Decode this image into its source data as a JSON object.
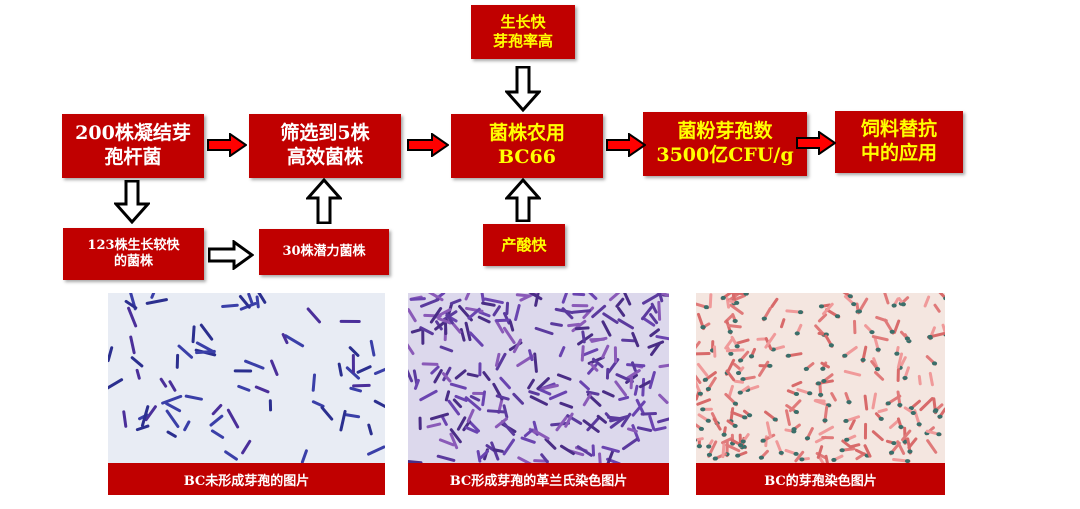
{
  "boxes": {
    "strains200": [
      "200株凝结芽",
      "孢杆菌"
    ],
    "screen5": [
      "筛选到5株",
      "高效菌株"
    ],
    "bc66": [
      "菌株农用",
      "BC66"
    ],
    "spore_count": [
      "菌粉芽孢数",
      "3500亿CFU/g"
    ],
    "feed": [
      "饲料替抗",
      "中的应用"
    ],
    "fast_growth": [
      "生长快",
      "芽孢率高"
    ],
    "acid": [
      "产酸快"
    ],
    "strains123": [
      "123株生长较快",
      "的菌株"
    ],
    "potential30": [
      "30株潜力菌株"
    ]
  },
  "captions": {
    "no_spore": "BC未形成芽孢的图片",
    "gram": "BC形成芽孢的革兰氏染色图片",
    "spore_stain": "BC的芽孢染色图片"
  },
  "colors": {
    "box_red": "#c00000",
    "arrow_red": "#ff0000",
    "text_white": "#ffffff",
    "text_yellow": "#ffff00"
  }
}
